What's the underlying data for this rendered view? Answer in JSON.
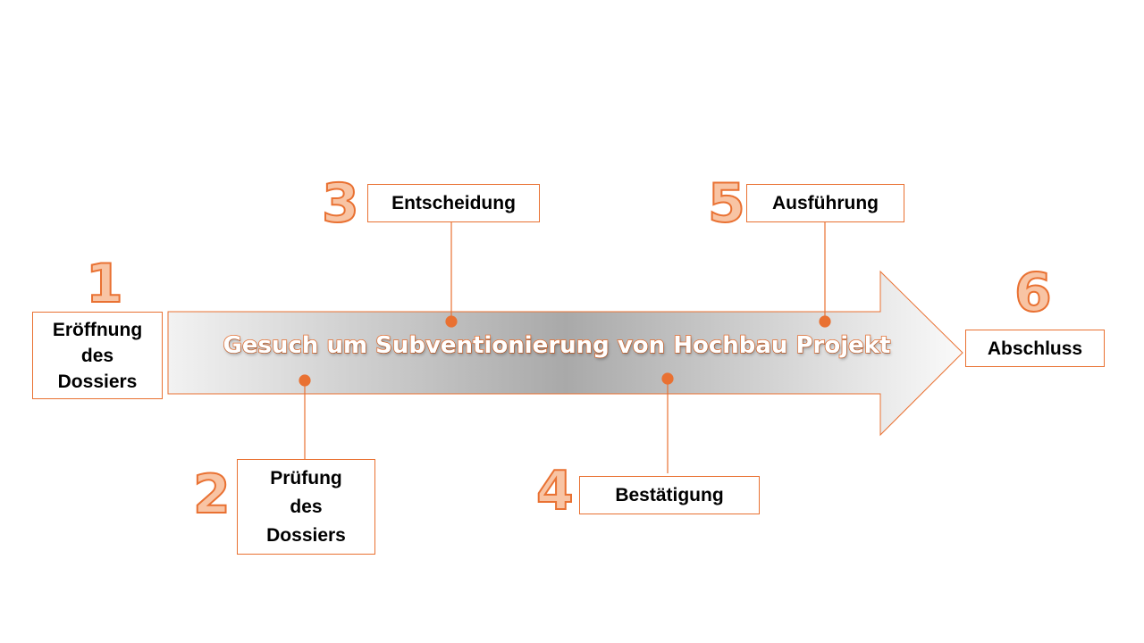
{
  "title": "Gesuch um Subventionierung von Hochbau Projekt",
  "steps": [
    {
      "number": "1",
      "label": "Eröffnung des Dossiers"
    },
    {
      "number": "2",
      "label": "Prüfung des Dossiers"
    },
    {
      "number": "3",
      "label": "Entscheidung"
    },
    {
      "number": "4",
      "label": "Bestätigung"
    },
    {
      "number": "5",
      "label": "Ausführung"
    },
    {
      "number": "6",
      "label": "Abschluss"
    }
  ],
  "colors": {
    "accent": "#e97132",
    "number_fill": "#f8c4a4"
  }
}
